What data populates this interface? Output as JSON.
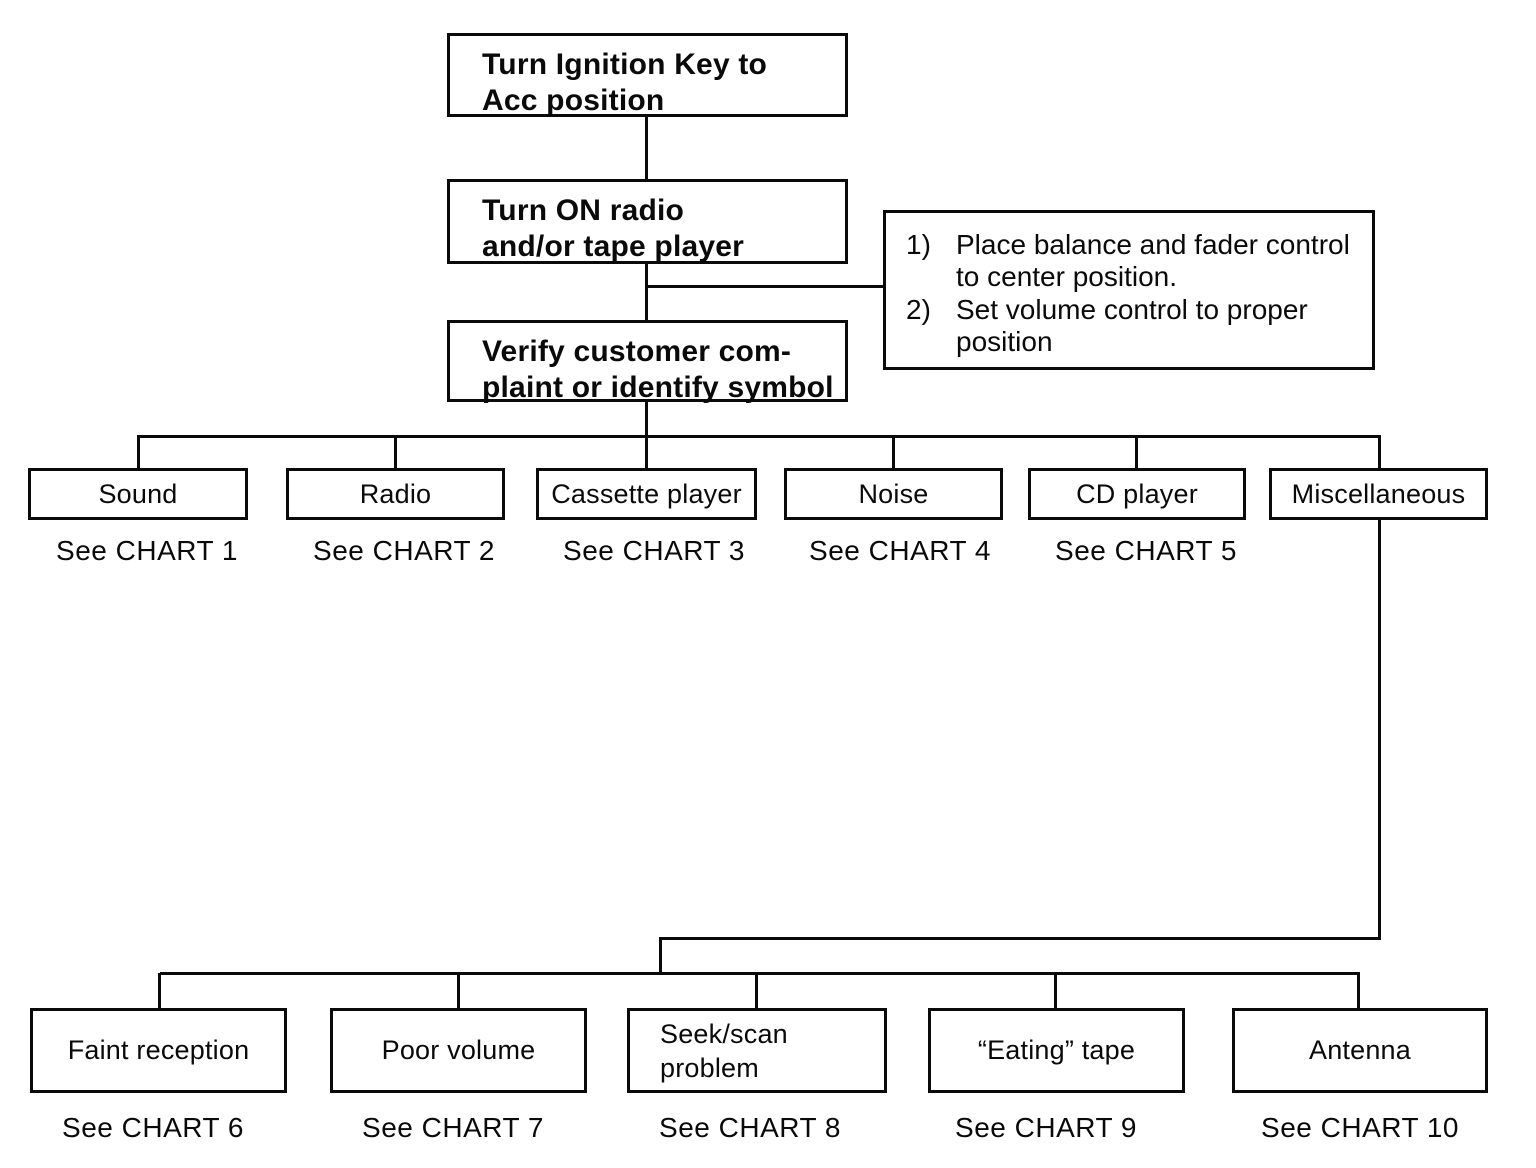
{
  "flowchart": {
    "title_hint": "Car audio troubleshooting flowchart",
    "steps": [
      {
        "label": "Turn Ignition Key to\nAcc position"
      },
      {
        "label": "Turn ON radio\nand/or tape player"
      },
      {
        "label": "Verify customer com-\nplaint or identify symbol"
      }
    ],
    "note": {
      "items": [
        {
          "num": "1)",
          "text": "Place balance and fader control\nto center position."
        },
        {
          "num": "2)",
          "text": "Set volume control to proper\nposition"
        }
      ]
    },
    "symptoms": [
      {
        "label": "Sound",
        "ref": "See CHART 1"
      },
      {
        "label": "Radio",
        "ref": "See CHART 2"
      },
      {
        "label": "Cassette player",
        "ref": "See CHART 3"
      },
      {
        "label": "Noise",
        "ref": "See CHART 4"
      },
      {
        "label": "CD player",
        "ref": "See CHART 5"
      },
      {
        "label": "Miscellaneous",
        "ref": ""
      }
    ],
    "misc_symptoms": [
      {
        "label": "Faint reception",
        "ref": "See CHART 6"
      },
      {
        "label": "Poor volume",
        "ref": "See CHART 7"
      },
      {
        "label": "Seek/scan\nproblem",
        "ref": "See CHART 8"
      },
      {
        "label": "“Eating” tape",
        "ref": "See CHART 9"
      },
      {
        "label": "Antenna",
        "ref": "See CHART 10"
      }
    ]
  },
  "colors": {
    "line": "#0a0a0a",
    "background": "#ffffff"
  }
}
